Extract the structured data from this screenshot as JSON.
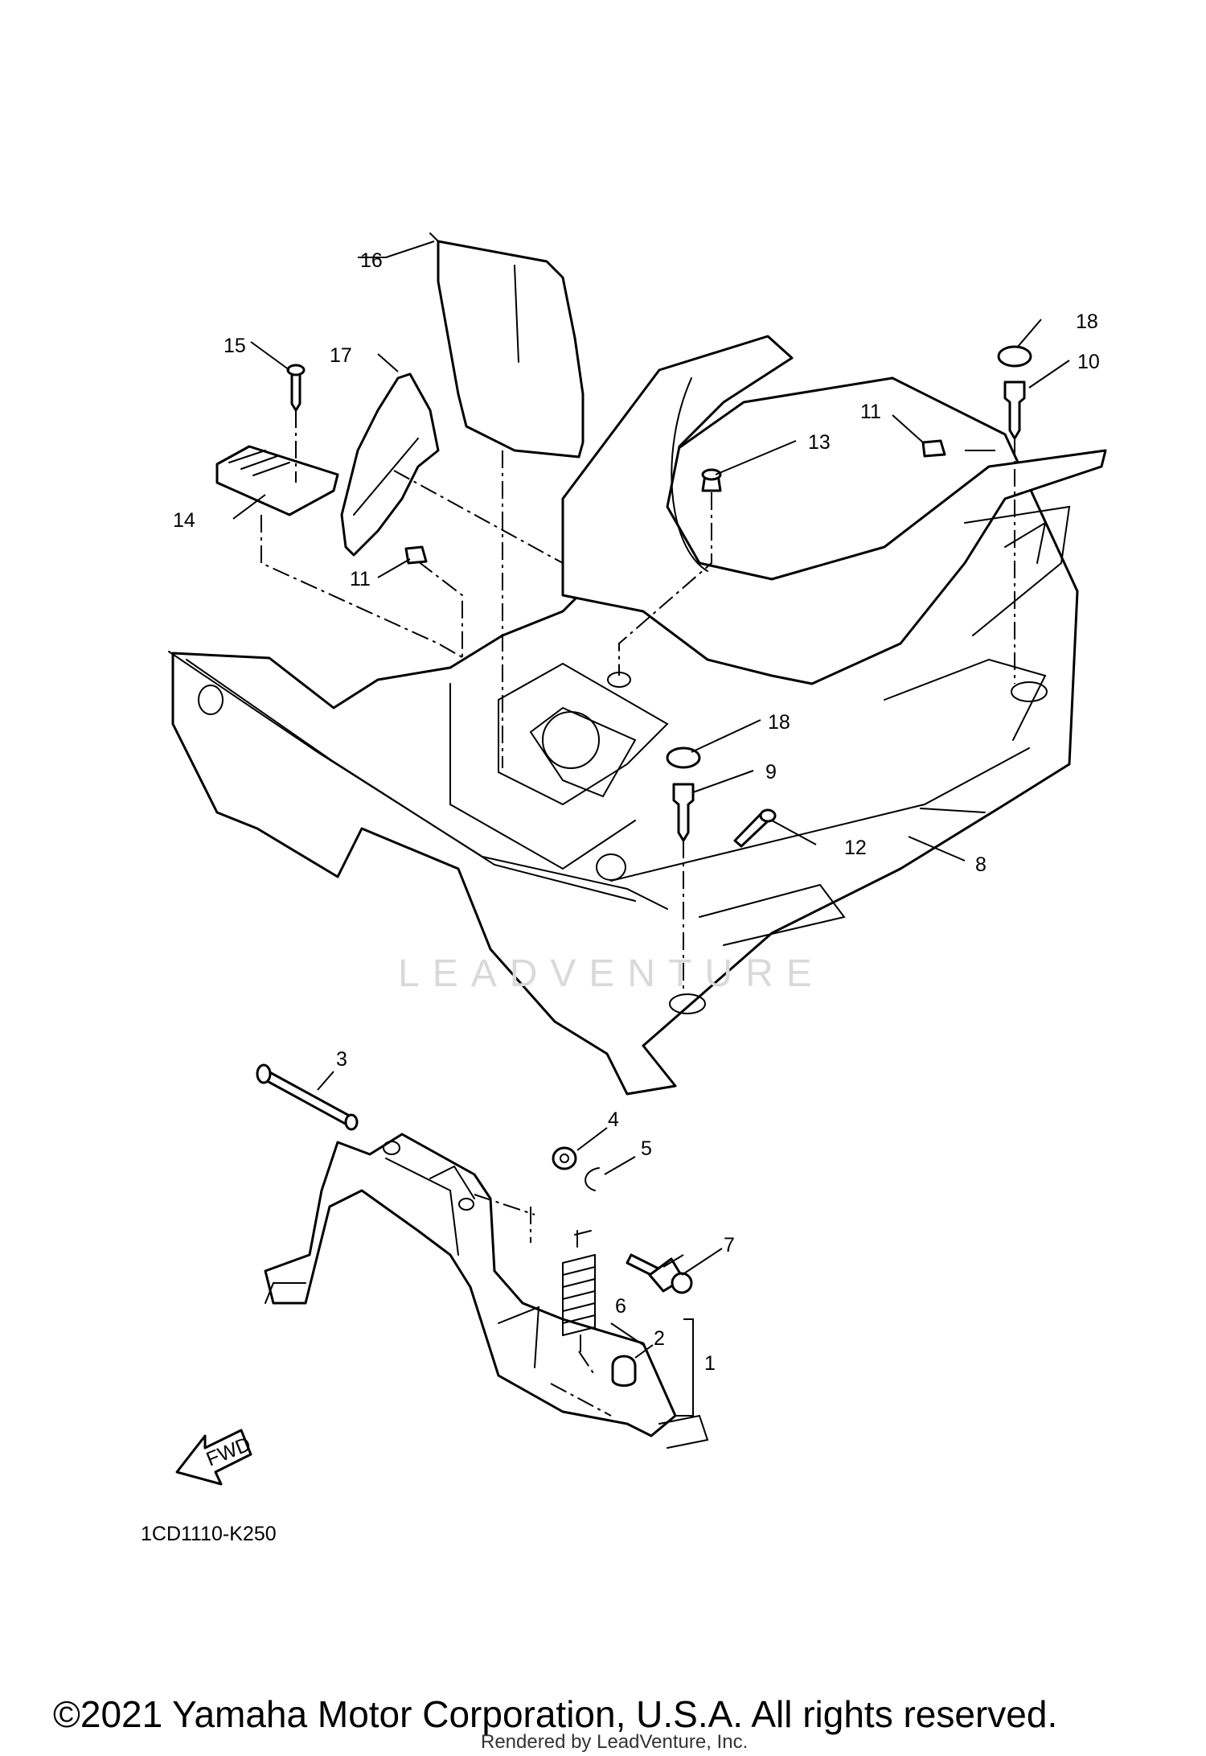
{
  "callouts": {
    "p1": "1",
    "p2": "2",
    "p3": "3",
    "p4": "4",
    "p5": "5",
    "p6": "6",
    "p7": "7",
    "p8": "8",
    "p9": "9",
    "p10": "10",
    "p11a": "11",
    "p11b": "11",
    "p12": "12",
    "p13": "13",
    "p14": "14",
    "p15": "15",
    "p16": "16",
    "p17": "17",
    "p18a": "18",
    "p18b": "18"
  },
  "fwd_label": "FWD",
  "diagram_code": "1CD1110-K250",
  "watermark": "LEADVENTURE",
  "copyright": "©2021 Yamaha Motor Corporation, U.S.A. All rights reserved.",
  "rendered_by": "Rendered by LeadVenture, Inc."
}
